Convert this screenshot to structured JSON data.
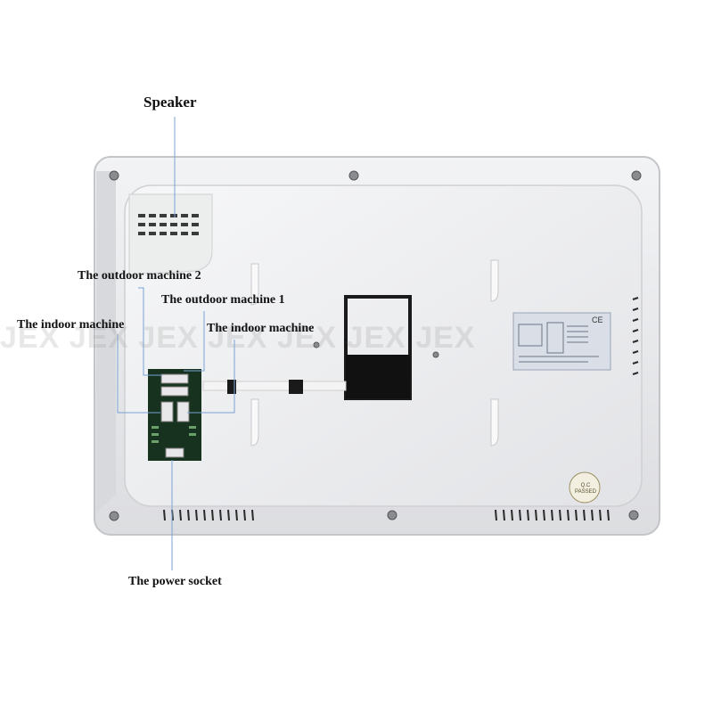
{
  "labels": {
    "speaker": "Speaker",
    "outdoor2": "The outdoor machine 2",
    "outdoor1": "The outdoor machine 1",
    "indoor_left": "The indoor machine",
    "indoor_right": "The indoor machine",
    "power_socket": "The power socket"
  },
  "watermark": "JEX JEX JEX JEX JEX JEX JEX",
  "device": {
    "qc_sticker": "Q.C PASSED",
    "ce_mark": "CE"
  },
  "colors": {
    "casing": "#e9eaec",
    "casing_edge": "#c9cacd",
    "label_plate": "#d7dde6",
    "terminal_board": "#1a5a2c",
    "leader_line": "#7aa2d6"
  }
}
